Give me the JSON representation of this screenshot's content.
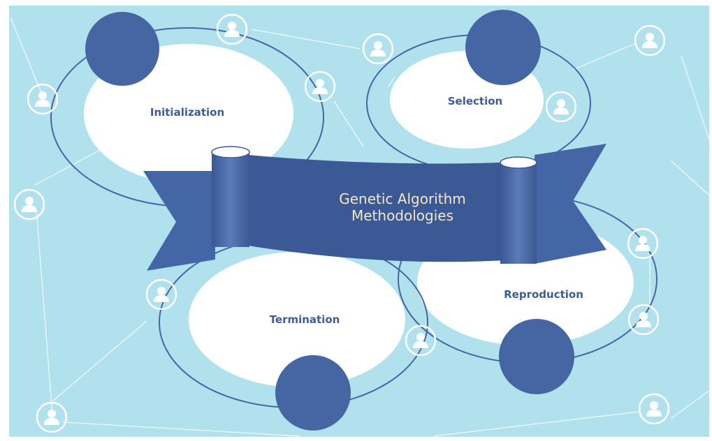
{
  "title": "Genetic Algorithm Methodologies",
  "banner": {
    "line1": "Genetic Algorithm",
    "line2": "Methodologies"
  },
  "stages": [
    {
      "id": "initialization",
      "label": "Initialization"
    },
    {
      "id": "selection",
      "label": "Selection"
    },
    {
      "id": "reproduction",
      "label": "Reproduction"
    },
    {
      "id": "termination",
      "label": "Termination"
    }
  ],
  "colors": {
    "background": "#b1e1ed",
    "navy": "#4566a3",
    "banner": "#4566a6",
    "banner_dark": "#3b5a95",
    "label": "#3f5c96",
    "banner_text": "#f3e7c6",
    "white": "#ffffff"
  },
  "icons": [
    "person-icon"
  ]
}
